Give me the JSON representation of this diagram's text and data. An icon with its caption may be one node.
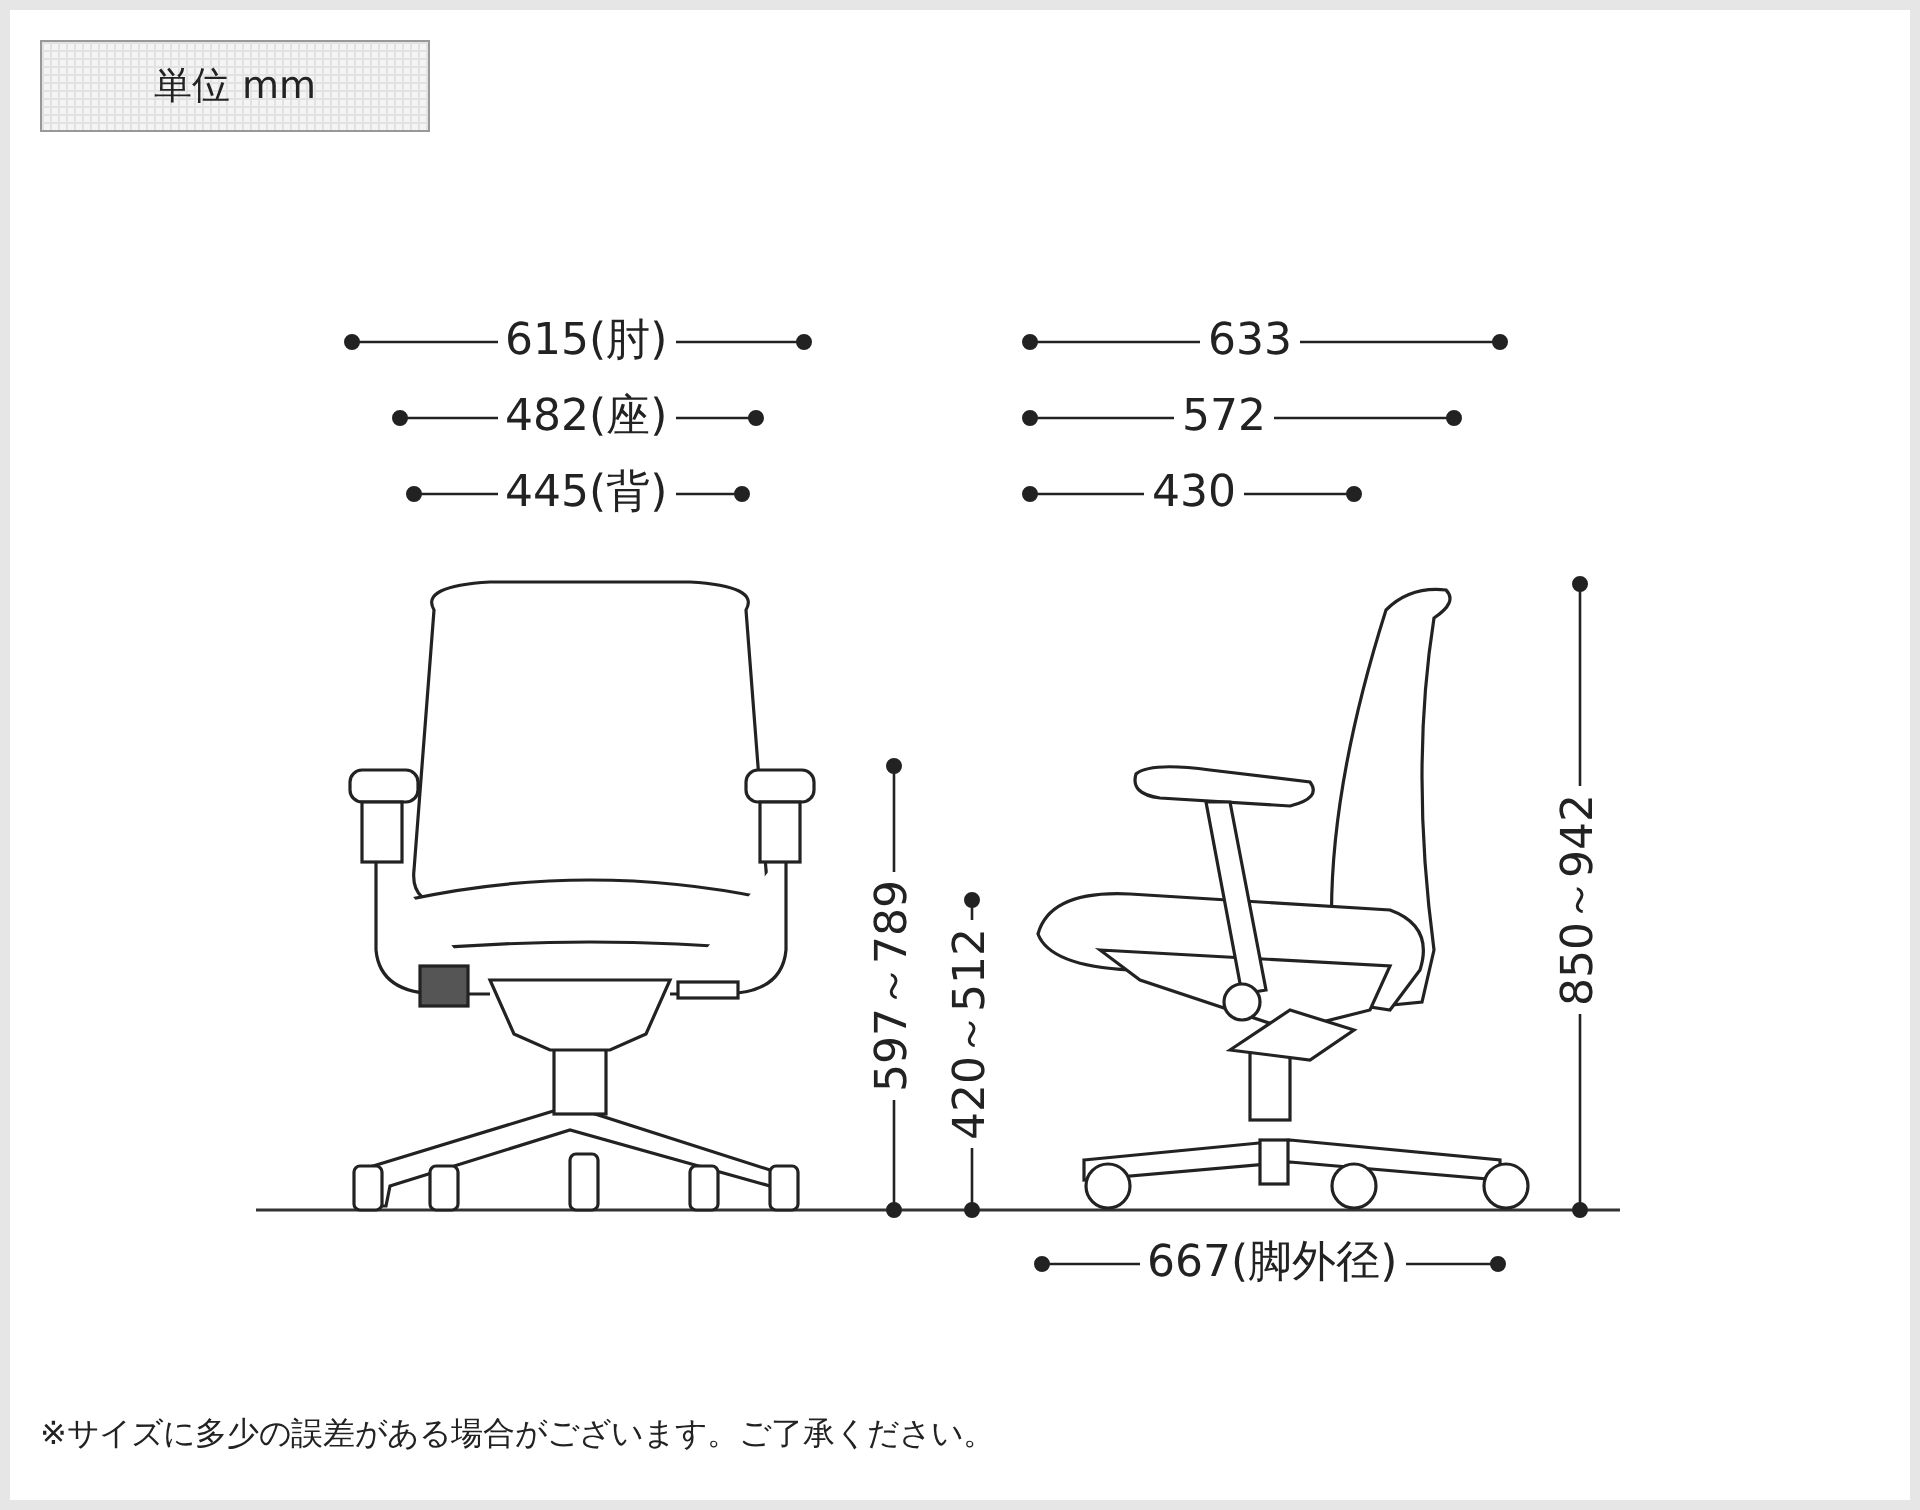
{
  "diagram": {
    "labels": [
      "単位 mm",
      "615(肘)",
      "482(座)",
      "445(背)",
      "633",
      "572",
      "430",
      "597～789",
      "420～512",
      "850～942",
      "667(脚外径)",
      "※サイズに多少の誤差がある場合がございます。ご了承ください。"
    ]
  }
}
